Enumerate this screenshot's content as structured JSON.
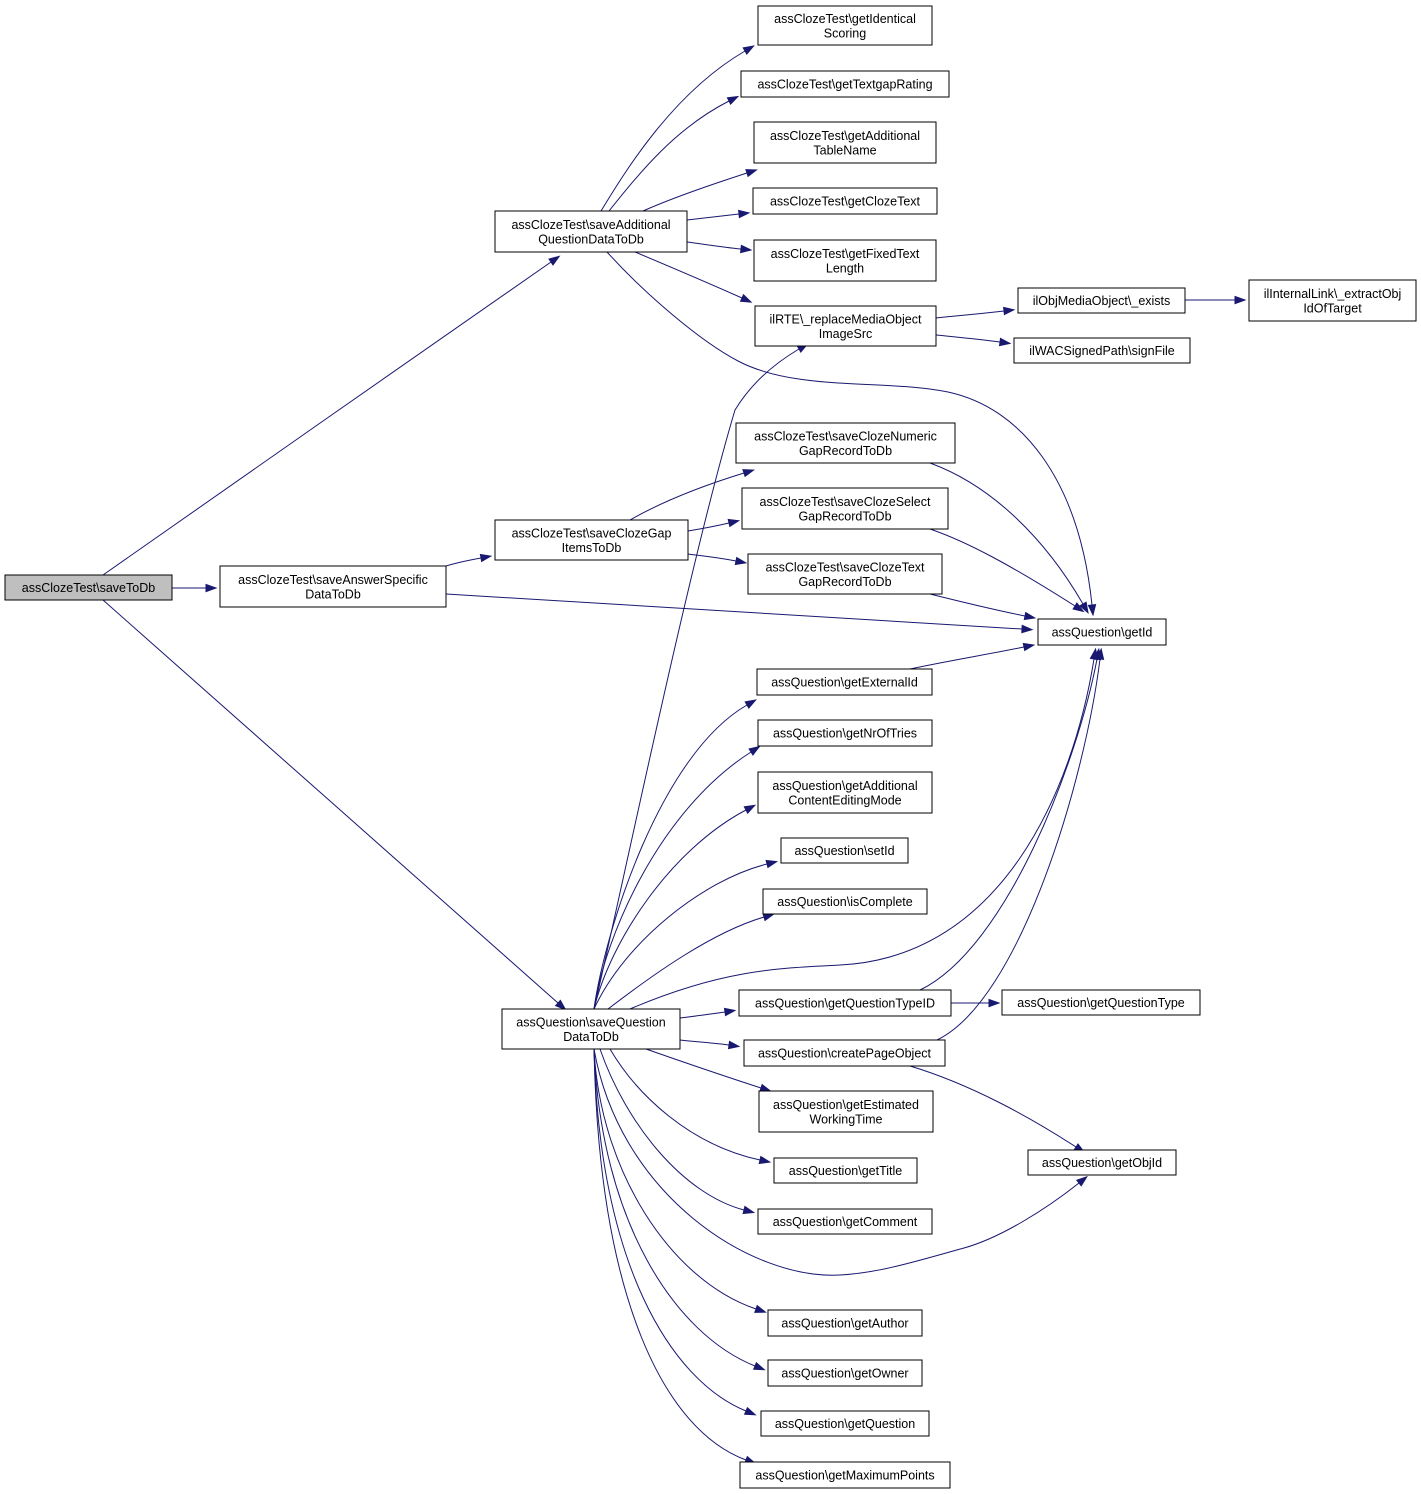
{
  "nodes": [
    {
      "id": "root",
      "lines": [
        "assClozeTest\\saveToDb"
      ],
      "root": true
    },
    {
      "id": "saveAnswerSpecific",
      "lines": [
        "assClozeTest\\saveAnswerSpecific",
        "DataToDb"
      ]
    },
    {
      "id": "saveAdditional",
      "lines": [
        "assClozeTest\\saveAdditional",
        "QuestionDataToDb"
      ]
    },
    {
      "id": "saveQuestionData",
      "lines": [
        "assQuestion\\saveQuestion",
        "DataToDb"
      ]
    },
    {
      "id": "saveClozeGap",
      "lines": [
        "assClozeTest\\saveClozeGap",
        "ItemsToDb"
      ]
    },
    {
      "id": "getIdenticalScoring",
      "lines": [
        "assClozeTest\\getIdentical",
        "Scoring"
      ]
    },
    {
      "id": "getTextgapRating",
      "lines": [
        "assClozeTest\\getTextgapRating"
      ]
    },
    {
      "id": "getAdditionalTableName",
      "lines": [
        "assClozeTest\\getAdditional",
        "TableName"
      ]
    },
    {
      "id": "getClozeText",
      "lines": [
        "assClozeTest\\getClozeText"
      ]
    },
    {
      "id": "getFixedTextLength",
      "lines": [
        "assClozeTest\\getFixedText",
        "Length"
      ]
    },
    {
      "id": "replaceMediaObject",
      "lines": [
        "ilRTE\\_replaceMediaObject",
        "ImageSrc"
      ]
    },
    {
      "id": "objMediaExists",
      "lines": [
        "ilObjMediaObject\\_exists"
      ]
    },
    {
      "id": "extractObjId",
      "lines": [
        "ilInternalLink\\_extractObj",
        "IdOfTarget"
      ]
    },
    {
      "id": "signFile",
      "lines": [
        "ilWACSignedPath\\signFile"
      ]
    },
    {
      "id": "saveClozeNumeric",
      "lines": [
        "assClozeTest\\saveClozeNumeric",
        "GapRecordToDb"
      ]
    },
    {
      "id": "saveClozeSelect",
      "lines": [
        "assClozeTest\\saveClozeSelect",
        "GapRecordToDb"
      ]
    },
    {
      "id": "saveClozeText",
      "lines": [
        "assClozeTest\\saveClozeText",
        "GapRecordToDb"
      ]
    },
    {
      "id": "getId",
      "lines": [
        "assQuestion\\getId"
      ]
    },
    {
      "id": "getExternalId",
      "lines": [
        "assQuestion\\getExternalId"
      ]
    },
    {
      "id": "getNrOfTries",
      "lines": [
        "assQuestion\\getNrOfTries"
      ]
    },
    {
      "id": "getAdditionalContentEditingMode",
      "lines": [
        "assQuestion\\getAdditional",
        "ContentEditingMode"
      ]
    },
    {
      "id": "setId",
      "lines": [
        "assQuestion\\setId"
      ]
    },
    {
      "id": "isComplete",
      "lines": [
        "assQuestion\\isComplete"
      ]
    },
    {
      "id": "getQuestionTypeID",
      "lines": [
        "assQuestion\\getQuestionTypeID"
      ]
    },
    {
      "id": "getQuestionType",
      "lines": [
        "assQuestion\\getQuestionType"
      ]
    },
    {
      "id": "createPageObject",
      "lines": [
        "assQuestion\\createPageObject"
      ]
    },
    {
      "id": "getEstimatedWorkingTime",
      "lines": [
        "assQuestion\\getEstimated",
        "WorkingTime"
      ]
    },
    {
      "id": "getObjId",
      "lines": [
        "assQuestion\\getObjId"
      ]
    },
    {
      "id": "getTitle",
      "lines": [
        "assQuestion\\getTitle"
      ]
    },
    {
      "id": "getComment",
      "lines": [
        "assQuestion\\getComment"
      ]
    },
    {
      "id": "getAuthor",
      "lines": [
        "assQuestion\\getAuthor"
      ]
    },
    {
      "id": "getOwner",
      "lines": [
        "assQuestion\\getOwner"
      ]
    },
    {
      "id": "getQuestion",
      "lines": [
        "assQuestion\\getQuestion"
      ]
    },
    {
      "id": "getMaximumPoints",
      "lines": [
        "assQuestion\\getMaximumPoints"
      ]
    }
  ],
  "edges": [
    [
      "root",
      "saveAdditional"
    ],
    [
      "root",
      "saveAnswerSpecific"
    ],
    [
      "root",
      "saveQuestionData"
    ],
    [
      "saveAdditional",
      "getIdenticalScoring"
    ],
    [
      "saveAdditional",
      "getTextgapRating"
    ],
    [
      "saveAdditional",
      "getAdditionalTableName"
    ],
    [
      "saveAdditional",
      "getClozeText"
    ],
    [
      "saveAdditional",
      "getFixedTextLength"
    ],
    [
      "saveAdditional",
      "replaceMediaObject"
    ],
    [
      "saveAdditional",
      "getId"
    ],
    [
      "replaceMediaObject",
      "objMediaExists"
    ],
    [
      "replaceMediaObject",
      "signFile"
    ],
    [
      "objMediaExists",
      "extractObjId"
    ],
    [
      "saveAnswerSpecific",
      "saveClozeGap"
    ],
    [
      "saveAnswerSpecific",
      "getId"
    ],
    [
      "saveClozeGap",
      "saveClozeNumeric"
    ],
    [
      "saveClozeGap",
      "saveClozeSelect"
    ],
    [
      "saveClozeGap",
      "saveClozeText"
    ],
    [
      "saveClozeNumeric",
      "getId"
    ],
    [
      "saveClozeSelect",
      "getId"
    ],
    [
      "saveClozeText",
      "getId"
    ],
    [
      "saveQuestionData",
      "replaceMediaObject"
    ],
    [
      "saveQuestionData",
      "getExternalId"
    ],
    [
      "saveQuestionData",
      "getNrOfTries"
    ],
    [
      "saveQuestionData",
      "getAdditionalContentEditingMode"
    ],
    [
      "saveQuestionData",
      "setId"
    ],
    [
      "saveQuestionData",
      "isComplete"
    ],
    [
      "saveQuestionData",
      "getId"
    ],
    [
      "saveQuestionData",
      "getQuestionTypeID"
    ],
    [
      "saveQuestionData",
      "createPageObject"
    ],
    [
      "saveQuestionData",
      "getEstimatedWorkingTime"
    ],
    [
      "saveQuestionData",
      "getTitle"
    ],
    [
      "saveQuestionData",
      "getComment"
    ],
    [
      "saveQuestionData",
      "getObjId"
    ],
    [
      "saveQuestionData",
      "getAuthor"
    ],
    [
      "saveQuestionData",
      "getOwner"
    ],
    [
      "saveQuestionData",
      "getQuestion"
    ],
    [
      "saveQuestionData",
      "getMaximumPoints"
    ],
    [
      "getExternalId",
      "getId"
    ],
    [
      "getQuestionTypeID",
      "getId"
    ],
    [
      "getQuestionTypeID",
      "getQuestionType"
    ],
    [
      "createPageObject",
      "getId"
    ],
    [
      "createPageObject",
      "getObjId"
    ]
  ]
}
